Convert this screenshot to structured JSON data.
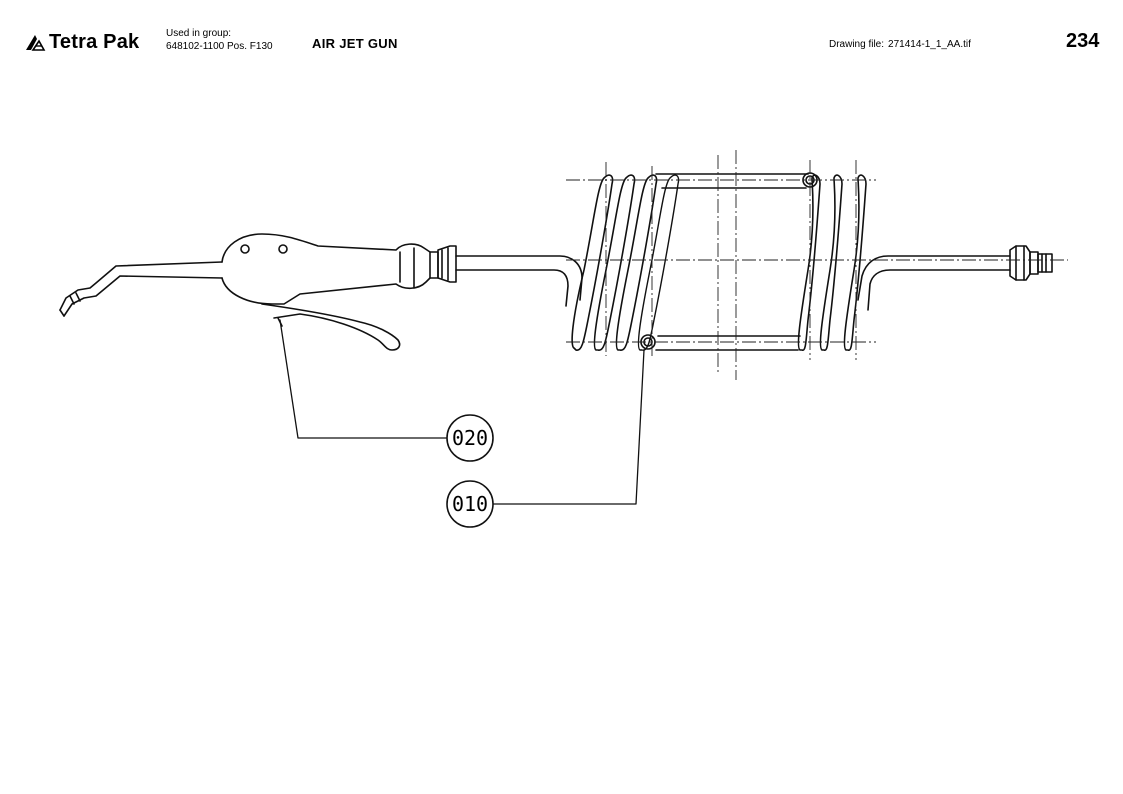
{
  "header": {
    "brand": "Tetra Pak",
    "used_in_group_label": "Used in group:",
    "group_ref": "648102-1100 Pos. F130",
    "title": "AIR JET GUN",
    "drawing_file_label": "Drawing file:",
    "drawing_file": "271414-1_1_AA.tif",
    "page_number": "234"
  },
  "drawing": {
    "callouts": [
      {
        "id": "020"
      },
      {
        "id": "010"
      }
    ]
  }
}
